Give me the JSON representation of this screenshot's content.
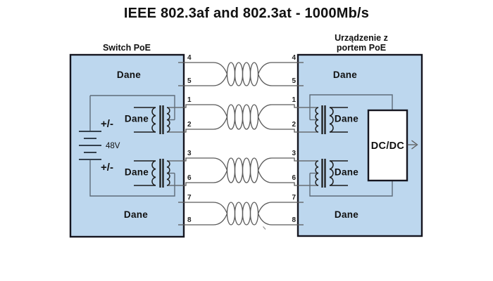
{
  "title": "IEEE 802.3af and 802.3at - 1000Mb/s",
  "colors": {
    "box_fill": "#bdd7ee",
    "box_border": "#15151f",
    "wire": "#5a5a5a",
    "loop_wire": "#5f6b78",
    "dcdc_fill": "#ffffff"
  },
  "left_box": {
    "title": "Switch PoE",
    "dane_top": "Dane",
    "dane_transformer1": "Dane",
    "dane_transformer2": "Dane",
    "dane_bottom": "Dane",
    "polarity_top": "+/-",
    "polarity_bottom": "+/-",
    "voltage": "48V"
  },
  "right_box": {
    "title_line1": "Urządzenie z",
    "title_line2": "portem PoE",
    "dane_top": "Dane",
    "dane_transformer1": "Dane",
    "dane_transformer2": "Dane",
    "dane_bottom": "Dane",
    "dcdc_label": "DC/DC"
  },
  "pins": {
    "pair_a": [
      "4",
      "5"
    ],
    "pair_b": [
      "1",
      "2"
    ],
    "pair_c": [
      "3",
      "6"
    ],
    "pair_d": [
      "7",
      "8"
    ]
  }
}
